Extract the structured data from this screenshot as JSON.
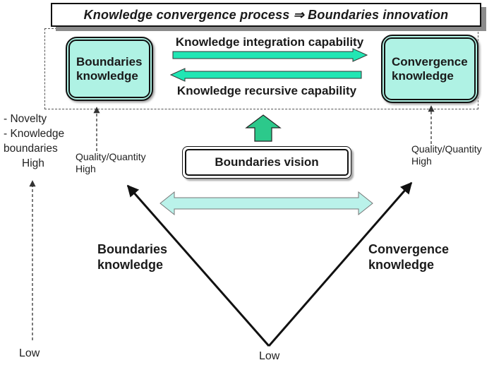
{
  "title": "Knowledge convergence process ⇒ Boundaries innovation",
  "top_section": {
    "left_box_label": "Boundaries knowledge",
    "right_box_label": "Convergence knowledge",
    "integration_label": "Knowledge integration capability",
    "recursive_label": "Knowledge recursive capability"
  },
  "left_axis": {
    "line1": "- Novelty",
    "line2": "- Knowledge",
    "line3": "boundaries",
    "line4": "High",
    "low": "Low"
  },
  "quality_left": {
    "line1": "Quality/Quantity",
    "line2": "High"
  },
  "quality_right": {
    "line1": "Quality/Quantity",
    "line2": "High"
  },
  "center": {
    "vision_label": "Boundaries vision"
  },
  "v_section": {
    "left_label": "Boundaries knowledge",
    "right_label": "Convergence knowledge",
    "low": "Low"
  },
  "colors": {
    "box_fill": "#AFF2E4",
    "capability_arrow": "#21E6B4",
    "up_arrow": "#2CC98B",
    "double_arrow": "#BAF2EA"
  }
}
